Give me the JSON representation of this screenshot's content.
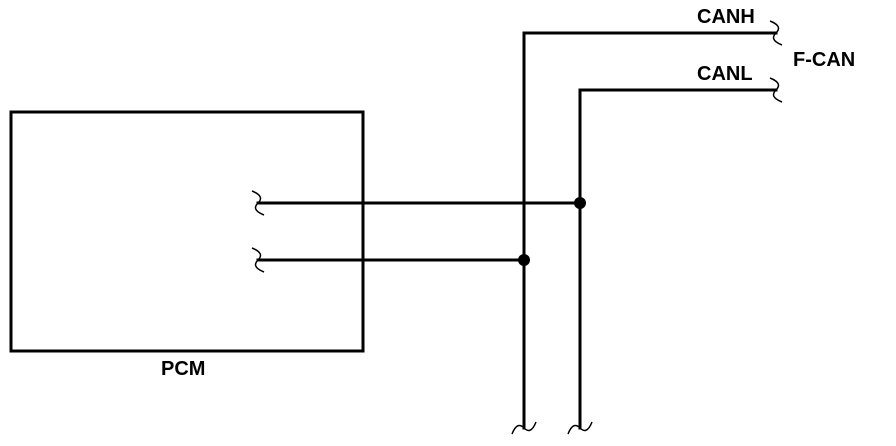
{
  "diagram": {
    "labels": {
      "canh": "CANH",
      "canl": "CANL",
      "bus": "F-CAN",
      "module": "PCM"
    }
  }
}
